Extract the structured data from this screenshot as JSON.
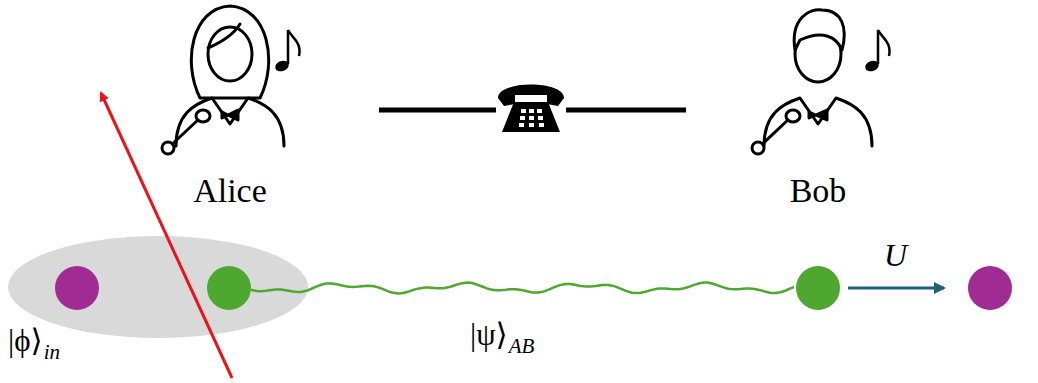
{
  "diagram": {
    "nodes": [
      {
        "text": [
          "Alice"
        ]
      },
      {
        "text": [
          "Bob"
        ]
      }
    ],
    "edges": [
      {
        "from": 0,
        "to": 1,
        "arrow": "none"
      }
    ],
    "labels": [
      "|ϕ⟩",
      "in",
      "|ψ⟩",
      "AB",
      "U"
    ]
  }
}
